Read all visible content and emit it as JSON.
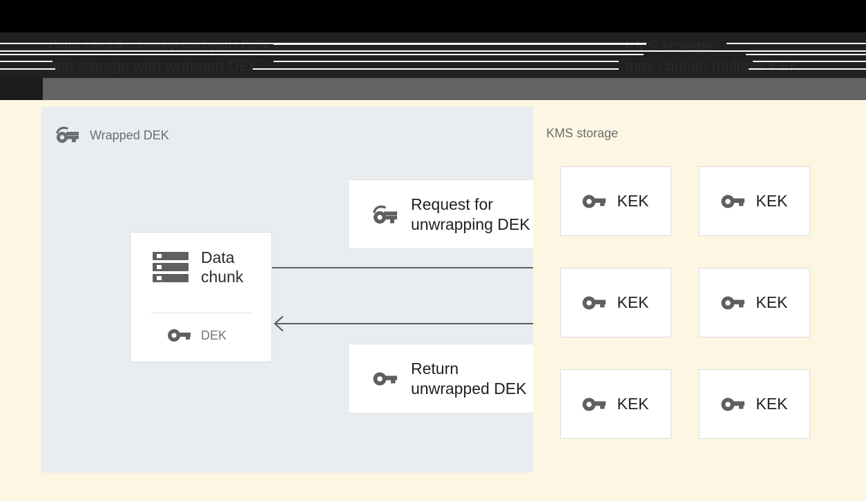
{
  "banner": {
    "left_text": "Data chunks encrypted with DEK\nand storage with wrapped DEK",
    "right_text": "KMS storage\nmay contain multiple KEK"
  },
  "diagram": {
    "left_panel": {
      "title": "Wrapped DEK",
      "title_icon": "wrapped-key-icon",
      "background_color": "#e8edf1",
      "data_chunk_card": {
        "icon": "storage-icon",
        "label": "Data\nchunk",
        "key_icon": "key-icon",
        "key_label": "DEK"
      },
      "messages": [
        {
          "id": "request",
          "icon": "wrapped-key-icon",
          "label": "Request for\nunwrapping DEK"
        },
        {
          "id": "return",
          "icon": "key-icon",
          "label": "Return\nunwrapped DEK"
        }
      ],
      "arrows": [
        {
          "id": "arrow-request",
          "direction": "right",
          "icon": "arrow-right-icon"
        },
        {
          "id": "arrow-return",
          "direction": "left",
          "icon": "arrow-left-icon"
        }
      ]
    },
    "kms": {
      "title": "KMS storage",
      "background_color": "#fdf6e3",
      "keys": [
        {
          "icon": "key-icon",
          "label": "KEK"
        },
        {
          "icon": "key-icon",
          "label": "KEK"
        },
        {
          "icon": "key-icon",
          "label": "KEK"
        },
        {
          "icon": "key-icon",
          "label": "KEK"
        },
        {
          "icon": "key-icon",
          "label": "KEK"
        },
        {
          "icon": "key-icon",
          "label": "KEK"
        }
      ]
    }
  },
  "colors": {
    "panel_blue_gray": "#e8edf1",
    "canvas_cream": "#fdf6e3",
    "card_white": "#ffffff",
    "card_shadow": "#dcdcdc",
    "icon_gray": "#5f5f5f",
    "text_dark": "#1f1f1f",
    "text_muted": "#6d6d6d",
    "banner_gray_bar": "#636363"
  }
}
